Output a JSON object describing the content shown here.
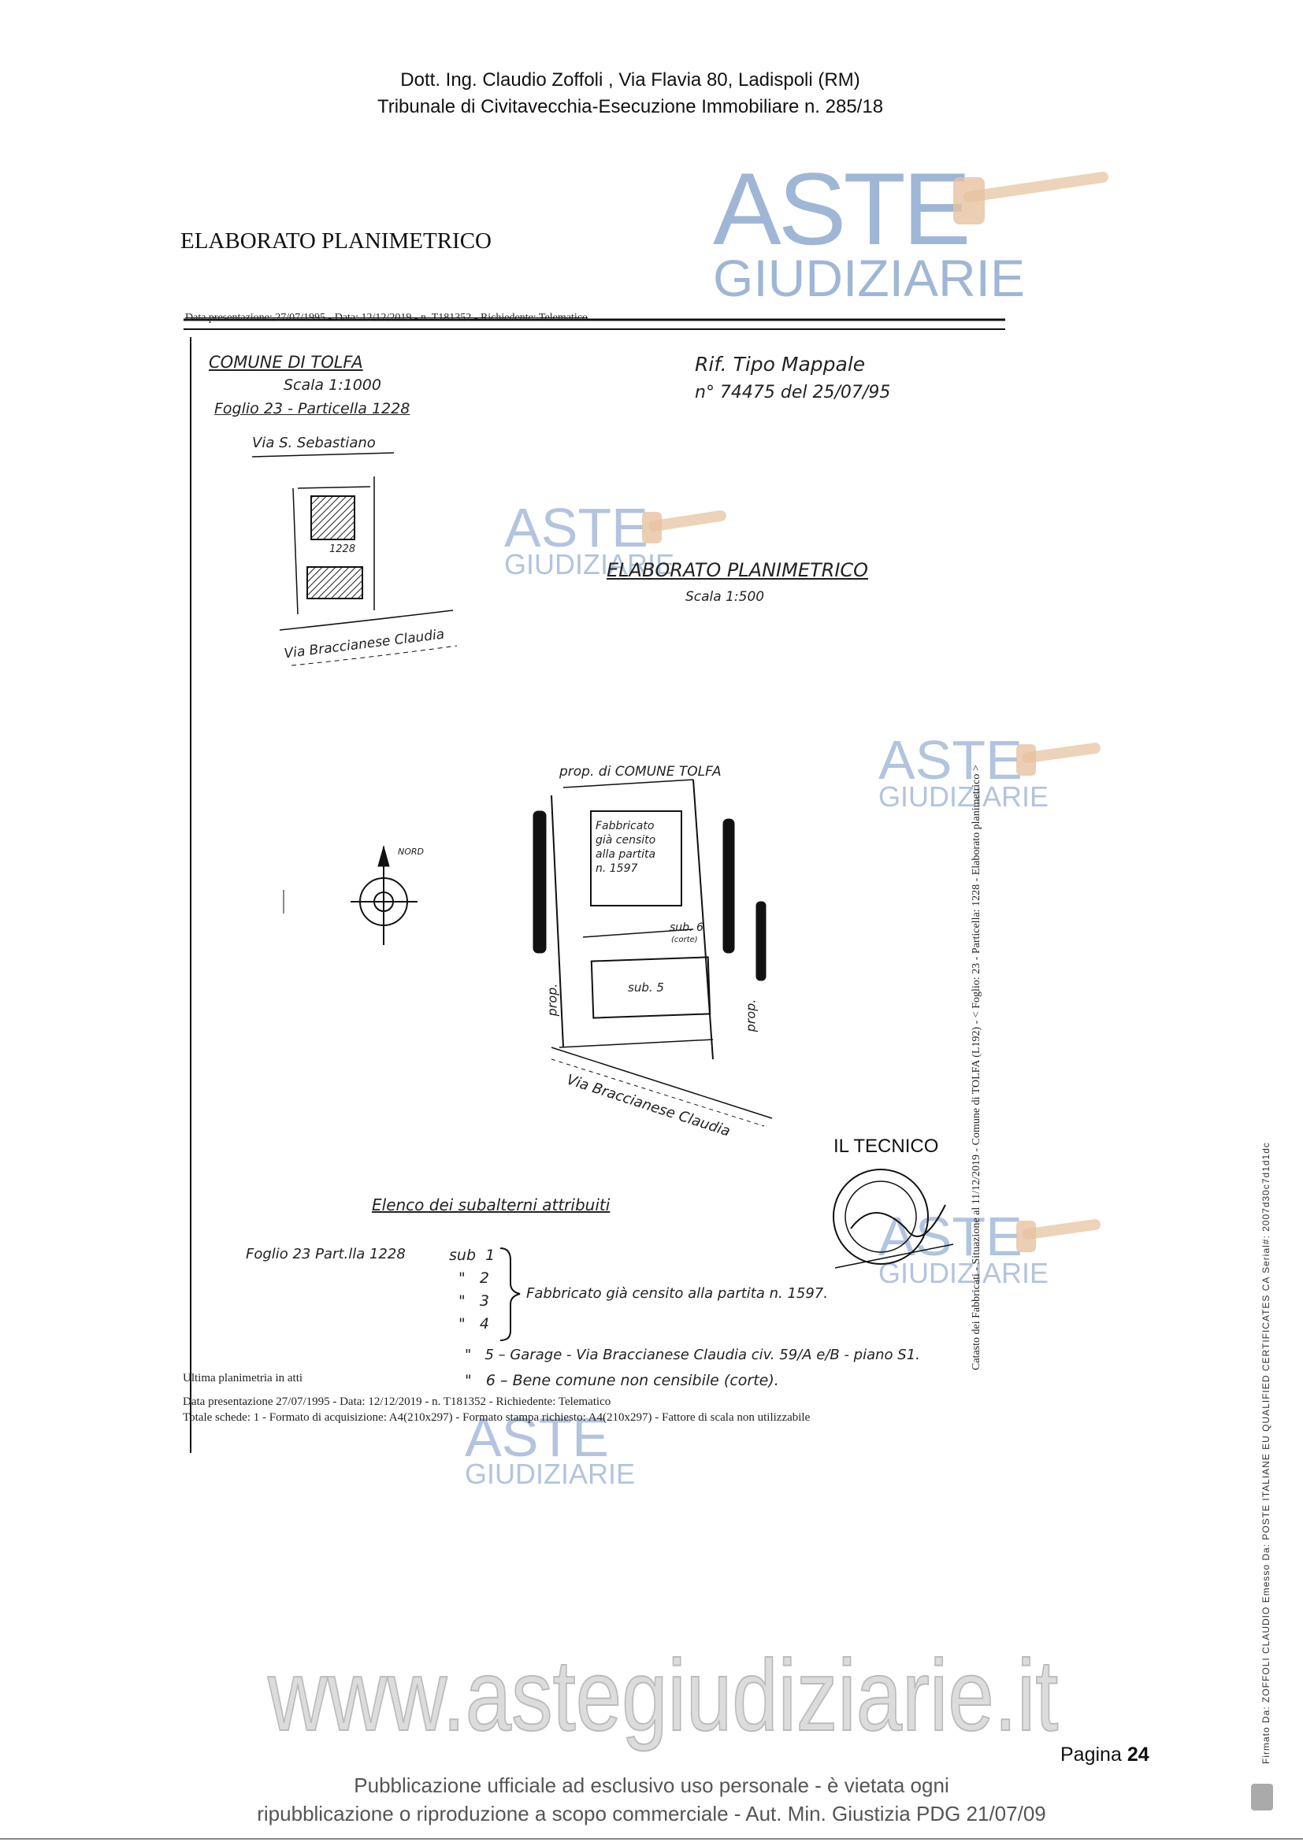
{
  "header": {
    "line1": "Dott. Ing. Claudio Zoffoli , Via Flavia 80, Ladispoli (RM)",
    "line2": "Tribunale di Civitavecchia-Esecuzione Immobiliare n. 285/18"
  },
  "doc_title": "ELABORATO PLANIMETRICO",
  "watermark": {
    "aste": "ASTE",
    "giudiziarie": "GIUDIZIARIE",
    "site": "www.astegiudiziarie.it"
  },
  "plan": {
    "top_strip": "Data presentazione: 27/07/1995 - Data: 12/12/2019 - n. T181352 - Richiedente: Telematico",
    "comune": "COMUNE DI TOLFA",
    "scala_1": "Scala 1:1000",
    "foglio": "Foglio 23 - Particella 1228",
    "rif_1": "Rif. Tipo Mappale",
    "rif_2": "n° 74475 del 25/07/95",
    "via_sebastiano": "Via S. Sebastiano",
    "particella_num": "1228",
    "via_braccianese": "Via Braccianese Claudia",
    "title": "ELABORATO PLANIMETRICO",
    "scala_2": "Scala 1:500",
    "prop_comune": "prop. di COMUNE TOLFA",
    "fabbricato": [
      "Fabbricato",
      "già censito",
      "alla partita",
      "n. 1597"
    ],
    "sub6": "sub. 6",
    "corte": "(corte)",
    "sub5": "sub. 5",
    "prop": "prop.",
    "nord": "NORD",
    "il_tecnico": "IL TECNICO",
    "elenco_title": "Elenco dei subalterni attribuiti",
    "elenco_foglio": "Foglio 23 Part.lla 1228",
    "subs": [
      {
        "mark": "sub",
        "num": "1"
      },
      {
        "mark": "\"",
        "num": "2"
      },
      {
        "mark": "\"",
        "num": "3"
      },
      {
        "mark": "\"",
        "num": "4"
      }
    ],
    "subs_desc": "Fabbricato già censito alla partita n. 1597.",
    "sub5_row": {
      "mark": "\"",
      "num": "5",
      "desc": "Garage - Via Braccianese Claudia civ. 59/A e/B - piano S1."
    },
    "sub6_row": {
      "mark": "\"",
      "num": "6",
      "desc": "Bene comune non censibile (corte)."
    },
    "footer_1": "Ultima planimetria in atti",
    "footer_2": "Data presentazione 27/07/1995 - Data: 12/12/2019 - n. T181352 - Richiedente: Telematico",
    "footer_3": "Totale schede: 1 - Formato di acquisizione: A4(210x297) - Formato stampa richiesto: A4(210x297) - Fattore di scala non utilizzabile",
    "side_vertical": "Catasto dei Fabbricati - Situazione al 11/12/2019 - Comune di TOLFA (L192) - < Foglio: 23 - Particella: 1228 - Elaborato planimetrico >"
  },
  "signature_side": "Firmato Da: ZOFFOLI CLAUDIO Emesso Da: POSTE ITALIANE EU QUALIFIED CERTIFICATES CA Serial#: 2007d30c7d1d1dc",
  "page": {
    "label": "Pagina",
    "number": "24"
  },
  "footer": {
    "line1": "Pubblicazione ufficiale ad esclusivo uso personale - è vietata ogni",
    "line2": "ripubblicazione o riproduzione a scopo commerciale - Aut. Min. Giustizia PDG 21/07/09"
  }
}
